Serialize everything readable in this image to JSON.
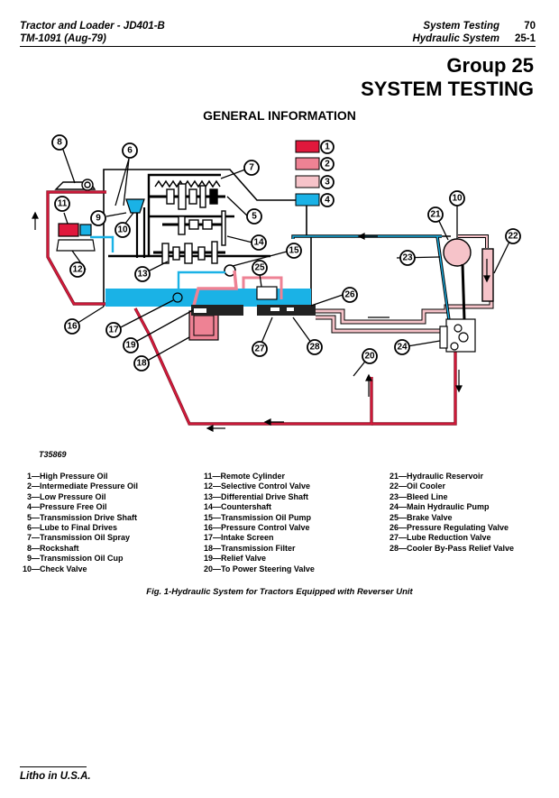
{
  "header": {
    "left_line1": "Tractor and Loader - JD401-B",
    "left_line2": "TM-1091   (Aug-79)",
    "right_line1_label": "System Testing",
    "right_line1_num": "70",
    "right_line2_label": "Hydraulic System",
    "right_line2_num": "25-1"
  },
  "group": {
    "line1": "Group 25",
    "line2": "SYSTEM TESTING"
  },
  "section_title": "GENERAL INFORMATION",
  "colors": {
    "high_pressure": "#e0183c",
    "intermediate_pressure": "#ee8294",
    "low_pressure": "#f6c3c9",
    "pressure_free": "#1ab2e6",
    "line_dark": "#8a1a2c"
  },
  "diagram": {
    "color_key": [
      {
        "num": "1"
      },
      {
        "num": "2"
      },
      {
        "num": "3"
      },
      {
        "num": "4"
      }
    ],
    "callouts": [
      "8",
      "6",
      "7",
      "11",
      "9",
      "10",
      "5",
      "14",
      "13",
      "15",
      "12",
      "25",
      "16",
      "17",
      "26",
      "19",
      "18",
      "27",
      "28",
      "10",
      "21",
      "22",
      "23",
      "24",
      "20"
    ],
    "figure_id": "T35869"
  },
  "legend": {
    "col1": [
      "1—High Pressure Oil",
      "2—Intermediate Pressure Oil",
      "3—Low Pressure Oil",
      "4—Pressure Free Oil",
      "5—Transmission Drive Shaft",
      "6—Lube to Final Drives",
      "7—Transmission Oil Spray",
      "8—Rockshaft",
      "9—Transmission Oil Cup",
      "10—Check Valve"
    ],
    "col2": [
      "11—Remote Cylinder",
      "12—Selective Control Valve",
      "13—Differential Drive Shaft",
      "14—Countershaft",
      "15—Transmission Oil Pump",
      "16—Pressure Control Valve",
      "17—Intake Screen",
      "18—Transmission Filter",
      "19—Relief Valve",
      "20—To Power Steering Valve"
    ],
    "col3": [
      "21—Hydraulic Reservoir",
      "22—Oil Cooler",
      "23—Bleed Line",
      "24—Main Hydraulic Pump",
      "25—Brake Valve",
      "26—Pressure Regulating Valve",
      "27—Lube Reduction Valve",
      "28—Cooler By-Pass Relief Valve"
    ]
  },
  "caption": "Fig. 1-Hydraulic System for Tractors Equipped with Reverser Unit",
  "footer": "Litho in U.S.A."
}
